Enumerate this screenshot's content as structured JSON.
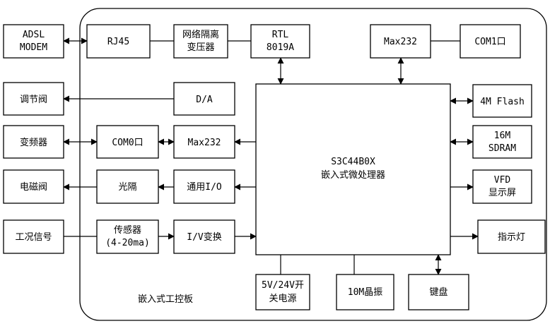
{
  "board_label": "嵌入式工控板",
  "cpu": {
    "line1": "S3C44B0X",
    "line2": "嵌入式微处理器"
  },
  "blocks": {
    "adsl": [
      "ADSL",
      "MODEM"
    ],
    "rj45": [
      "RJ45"
    ],
    "transformer": [
      "网络隔离",
      "变压器"
    ],
    "rtl": [
      "RTL",
      "8019A"
    ],
    "max232_top": [
      "Max232"
    ],
    "com1": [
      "COM1口"
    ],
    "valve_adjust": [
      "调节阀"
    ],
    "da": [
      "D/A"
    ],
    "flash": [
      "4M Flash"
    ],
    "inverter": [
      "变频器"
    ],
    "com0": [
      "COM0口"
    ],
    "max232_mid": [
      "Max232"
    ],
    "sdram": [
      "16M",
      "SDRAM"
    ],
    "solenoid": [
      "电磁阀"
    ],
    "opto": [
      "光隔"
    ],
    "gpio": [
      "通用I/O"
    ],
    "vfd": [
      "VFD",
      "显示屏"
    ],
    "condition_signal": [
      "工况信号"
    ],
    "sensor": [
      "传感器",
      "(4-20ma)"
    ],
    "iv": [
      "I/V变换"
    ],
    "indicator": [
      "指示灯"
    ],
    "power": [
      "5V/24V开",
      "关电源"
    ],
    "crystal": [
      "10M晶振"
    ],
    "keyboard": [
      "键盘"
    ]
  }
}
